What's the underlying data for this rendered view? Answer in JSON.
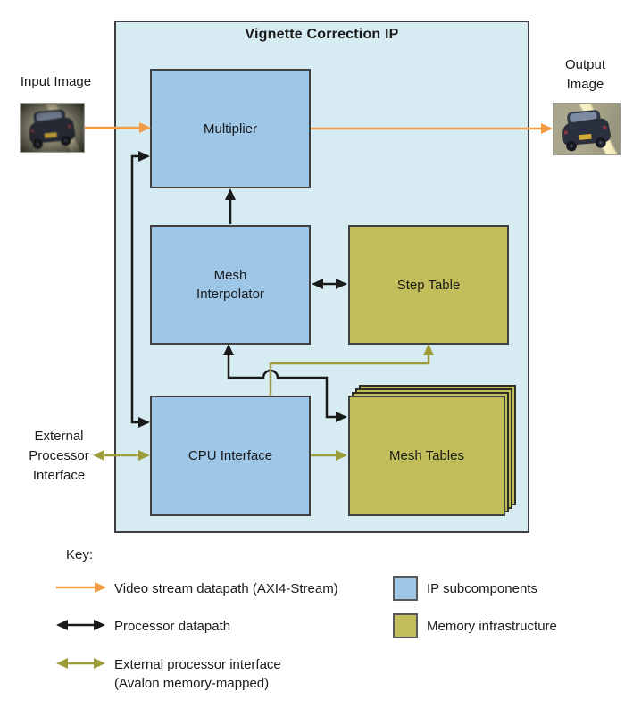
{
  "diagram": {
    "title": "Vignette Correction IP",
    "blocks": {
      "multiplier": "Multiplier",
      "mesh_interpolator": "Mesh\nInterpolator",
      "cpu_interface": "CPU Interface",
      "step_table": "Step Table",
      "mesh_tables": "Mesh Tables"
    },
    "external_labels": {
      "input_image": "Input Image",
      "output_image": "Output\nImage",
      "external_processor_interface": "External\nProcessor\nInterface"
    },
    "connectors": [
      {
        "name": "video-stream-input-arrow",
        "type": "single-head",
        "color": "#F49C45"
      },
      {
        "name": "video-stream-output-arrow",
        "type": "single-head",
        "color": "#F49C45"
      },
      {
        "name": "cpu-to-multiplier-path",
        "type": "double-head",
        "color": "#1A1A1A"
      },
      {
        "name": "interpolator-to-multiplier-arrow",
        "type": "single-head",
        "color": "#1A1A1A"
      },
      {
        "name": "interpolator-step-table-arrow",
        "type": "double-head",
        "color": "#1A1A1A"
      },
      {
        "name": "interpolator-mesh-tables-path",
        "type": "double-head",
        "color": "#1A1A1A"
      },
      {
        "name": "cpu-to-step-table-path",
        "type": "single-head",
        "color": "#9C9D39"
      },
      {
        "name": "cpu-to-mesh-tables-arrow",
        "type": "single-head",
        "color": "#9C9D39"
      },
      {
        "name": "external-processor-arrow",
        "type": "double-head",
        "color": "#9C9D39"
      }
    ]
  },
  "key": {
    "heading": "Key:",
    "entries": [
      {
        "label": "Video stream datapath (AXI4-Stream)",
        "arrow": "single-head",
        "color": "#F49C45"
      },
      {
        "label": "Processor datapath",
        "arrow": "double-head",
        "color": "#1A1A1A"
      },
      {
        "label": "External processor interface\n(Avalon memory-mapped)",
        "arrow": "double-head",
        "color": "#9C9D39"
      }
    ],
    "swatches": [
      {
        "label": "IP subcomponents",
        "color": "#9EC6E7"
      },
      {
        "label": "Memory infrastructure",
        "color": "#C2BF5B"
      }
    ]
  },
  "colors": {
    "container_fill": "#D6ECF2",
    "ip_block_fill": "#9EC6E7",
    "memory_fill": "#C2BF5B",
    "video_arrow": "#F49C45",
    "processor_arrow": "#1A1A1A",
    "external_arrow": "#9C9D39",
    "border": "#404040"
  }
}
